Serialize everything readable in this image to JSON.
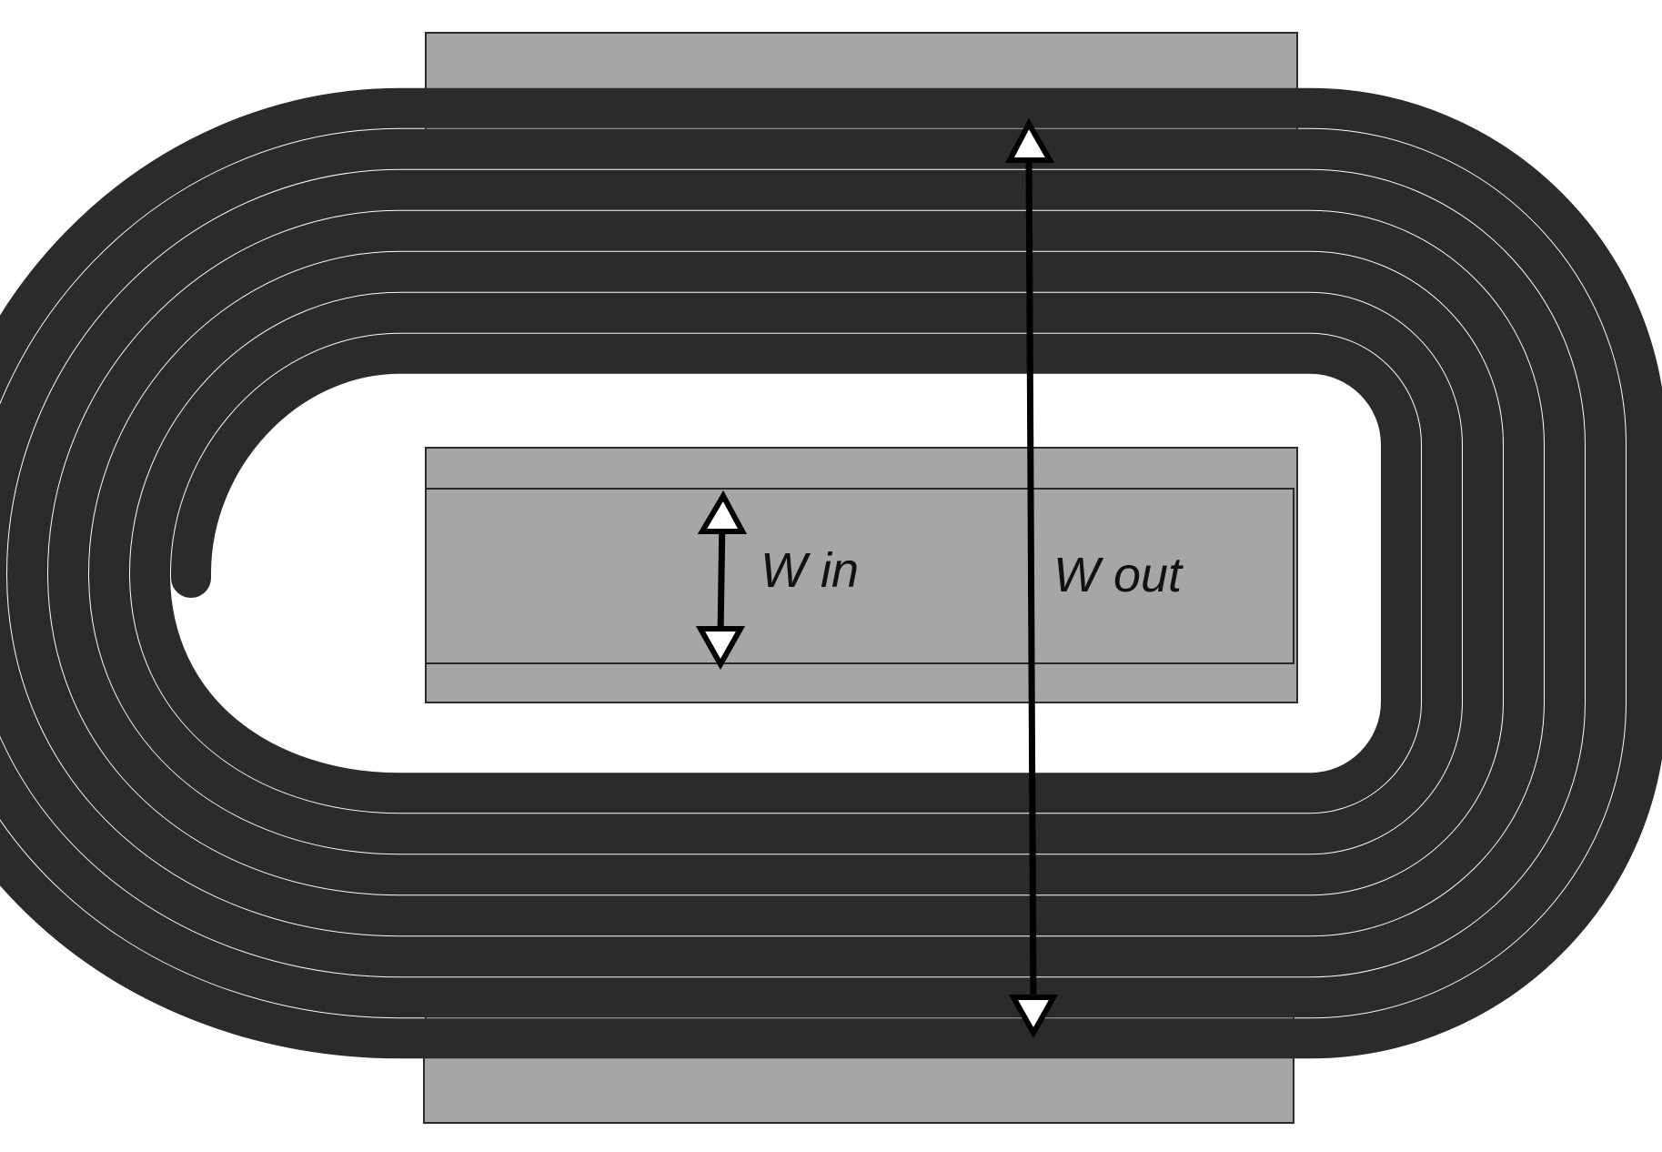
{
  "labels": {
    "w_in": "W in",
    "w_out": "W out"
  },
  "colors": {
    "background": "#ffffff",
    "core": "#a6a6a6",
    "core_edge": "#2a2a2a",
    "winding": "#2b2b2b",
    "arrow": "#000000"
  },
  "winding": {
    "turns": 7
  }
}
